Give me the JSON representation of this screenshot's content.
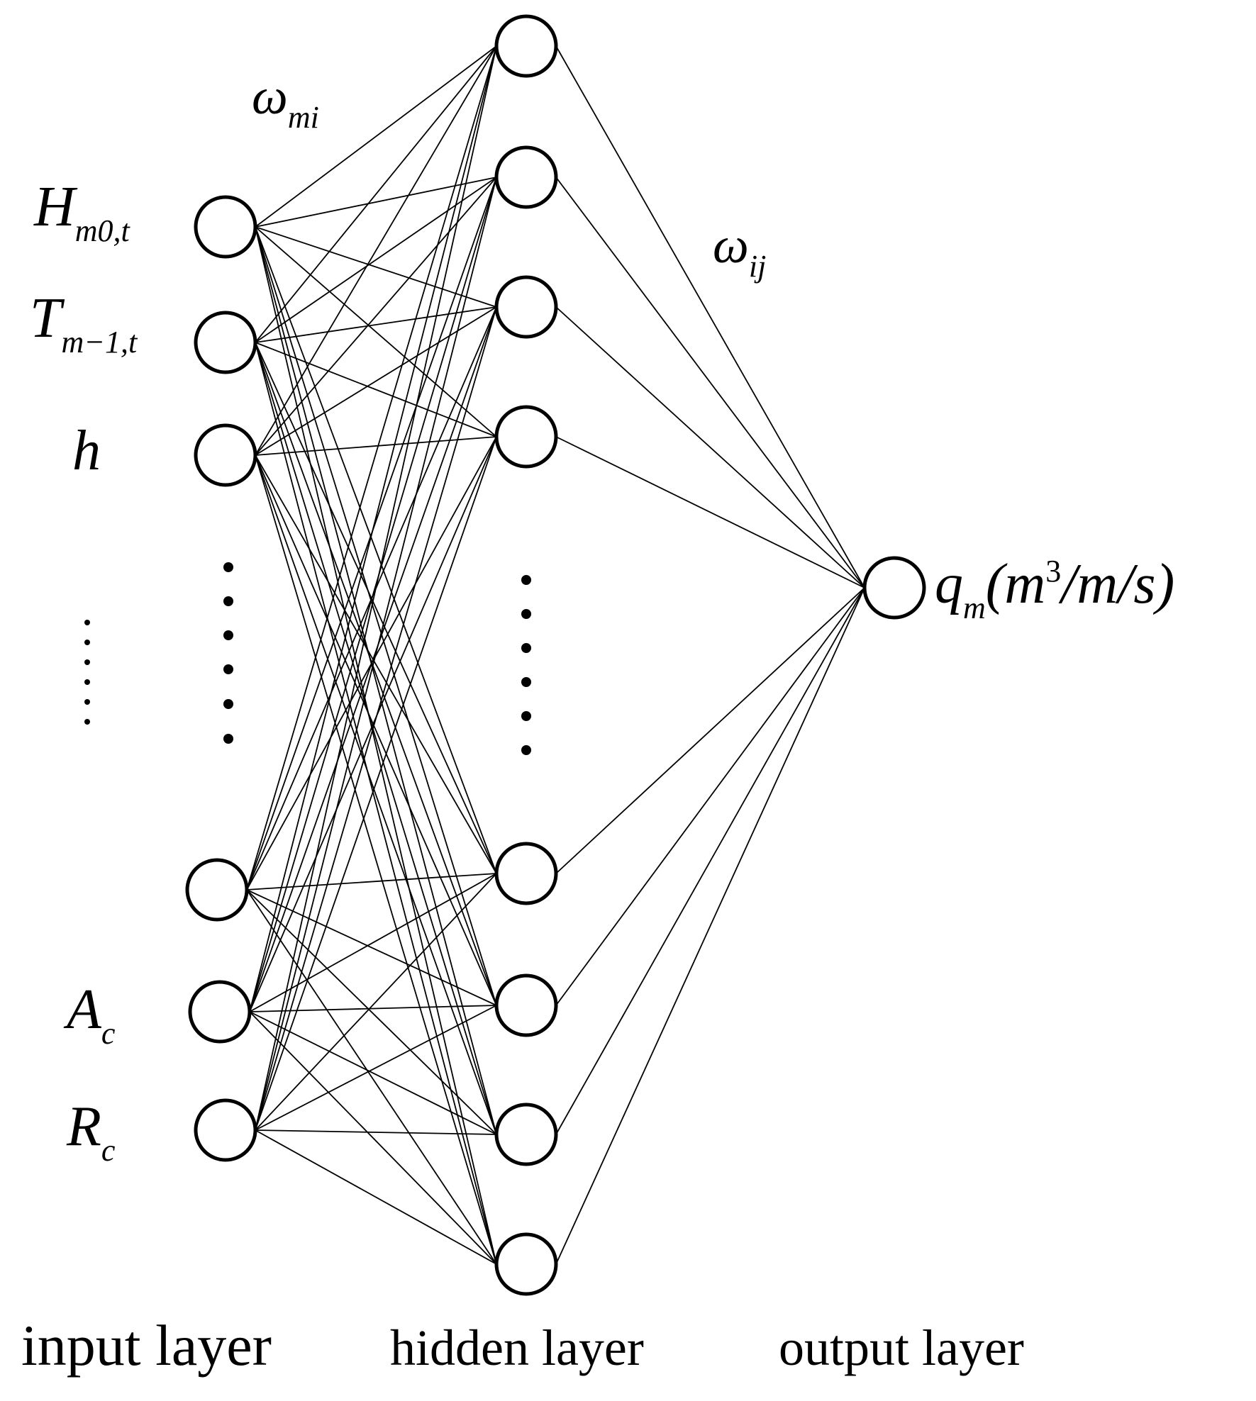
{
  "layers": {
    "input": {
      "label": "input layer",
      "node_count": 6
    },
    "hidden": {
      "label": "hidden layer",
      "node_count": 8
    },
    "output": {
      "label": "output layer",
      "node_count": 1
    }
  },
  "weights": {
    "input_hidden": {
      "symbol": "ω",
      "subscript": "mi"
    },
    "hidden_output": {
      "symbol": "ω",
      "subscript": "ij"
    }
  },
  "inputs": [
    {
      "base": "H",
      "sub": "m0,t"
    },
    {
      "base": "T",
      "sub": "m−1,t"
    },
    {
      "base": "h",
      "sub": ""
    },
    {
      "base": "",
      "sub": ""
    },
    {
      "base": "A",
      "sub": "c"
    },
    {
      "base": "R",
      "sub": "c"
    }
  ],
  "output_label": {
    "base": "q",
    "sub": "m",
    "unit_open": "(m",
    "unit_sup": "3",
    "unit_close": "/m/s)"
  },
  "connectivity": "fully-connected"
}
